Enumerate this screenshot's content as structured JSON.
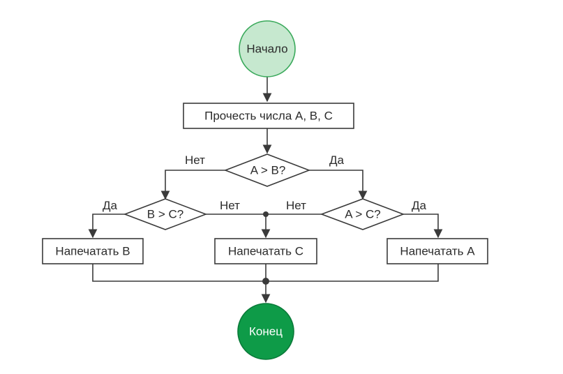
{
  "colors": {
    "start_fill": "#c6e8cf",
    "start_stroke": "#3aa95b",
    "end_fill": "#0e9b48",
    "end_stroke": "#0a7a39",
    "end_text": "#ffffff",
    "line": "#3a3a3a"
  },
  "nodes": {
    "start": "Начало",
    "read": "Прочесть числа A, B, C",
    "cond_ab": "A > B?",
    "cond_bc": "B > C?",
    "cond_ac": "A > C?",
    "print_b": "Напечатать B",
    "print_c": "Напечатать C",
    "print_a": "Напечатать A",
    "end": "Конец"
  },
  "edge_labels": {
    "ab_no": "Нет",
    "ab_yes": "Да",
    "bc_yes": "Да",
    "bc_no": "Нет",
    "ac_no": "Нет",
    "ac_yes": "Да"
  }
}
